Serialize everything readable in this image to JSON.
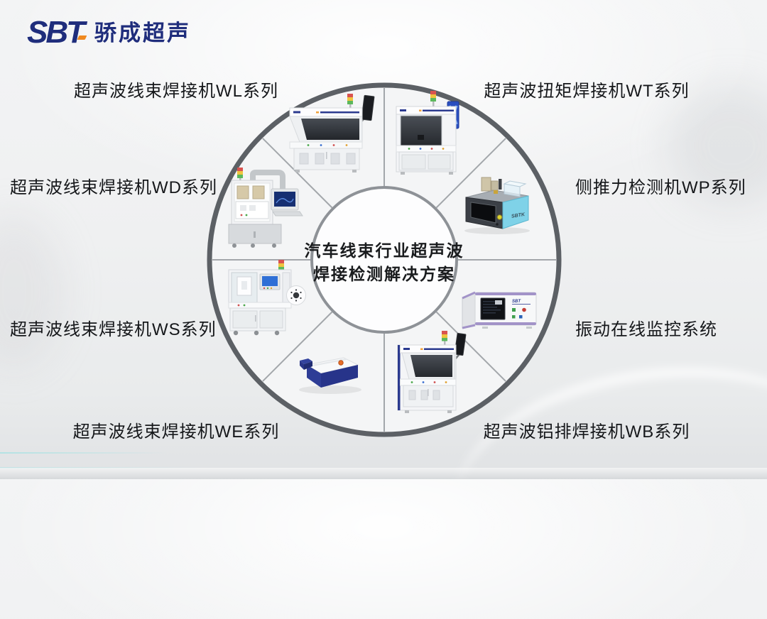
{
  "logo": {
    "brand": "SBT",
    "brand_cn": "骄成超声"
  },
  "wheel": {
    "center_title_line1": "汽车线束行业超声波",
    "center_title_line2": "焊接检测解决方案",
    "sectors": [
      {
        "id": "wl",
        "position": "top-left",
        "label": "超声波线束焊接机WL系列",
        "machine": "wire-harness-welder-wl"
      },
      {
        "id": "wt",
        "position": "top-right",
        "label": "超声波扭矩焊接机WT系列",
        "machine": "torque-welder-wt"
      },
      {
        "id": "wd",
        "position": "left",
        "label": "超声波线束焊接机WD系列",
        "machine": "wire-harness-welder-wd"
      },
      {
        "id": "wp",
        "position": "right",
        "label": "侧推力检测机WP系列",
        "machine": "side-push-tester-wp"
      },
      {
        "id": "ws",
        "position": "left-lower",
        "label": "超声波线束焊接机WS系列",
        "machine": "wire-harness-welder-ws"
      },
      {
        "id": "vm",
        "position": "right-lower",
        "label": "振动在线监控系统",
        "machine": "vibration-online-monitor"
      },
      {
        "id": "we",
        "position": "bottom-left",
        "label": "超声波线束焊接机WE系列",
        "machine": "wire-harness-welder-we"
      },
      {
        "id": "wb",
        "position": "bottom-right",
        "label": "超声波铝排焊接机WB系列",
        "machine": "busbar-welder-wb"
      }
    ],
    "machine_label_wp_side": "SBTK",
    "machine_label_vm": "SBT"
  },
  "colors": {
    "brand_navy": "#1f2d7c",
    "brand_orange": "#f0891e",
    "label_text": "#15171a",
    "ring_outer": "#5c6065",
    "ring_inner": "#8e9297",
    "divider": "#a3a7ab",
    "tower_red": "#d9534f",
    "tower_yellow": "#eec43e",
    "tower_green": "#5cb85c",
    "machine_blue": "#2b3a8f",
    "tester_cyan": "#7fd2e8",
    "monitor_purple": "#a293c8"
  }
}
